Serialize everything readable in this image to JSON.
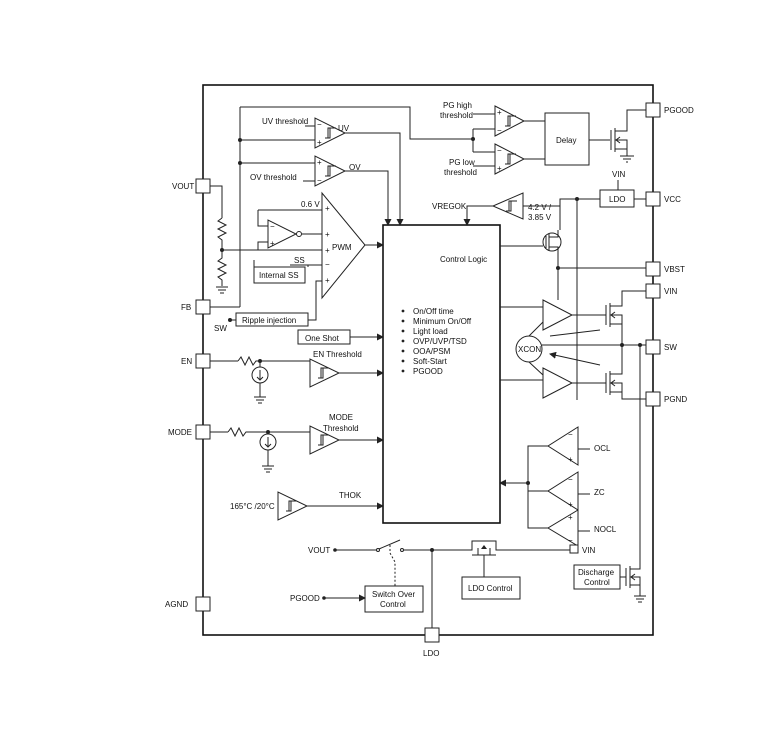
{
  "pins": {
    "pgood": "PGOOD",
    "vcc": "VCC",
    "vbst": "VBST",
    "vin": "VIN",
    "sw": "SW",
    "pgnd": "PGND",
    "vout": "VOUT",
    "fb": "FB",
    "en": "EN",
    "mode": "MODE",
    "agnd": "AGND",
    "ldo": "LDO"
  },
  "blocks": {
    "control_logic": "Control Logic",
    "delay": "Delay",
    "ldo": "LDO",
    "internal_ss": "Internal SS",
    "ripple_injection": "Ripple injection",
    "one_shot": "One Shot",
    "xcon": "XCON",
    "switch_over_line1": "Switch Over",
    "switch_over_line2": "Control",
    "ldo_control": "LDO Control",
    "discharge_line1": "Discharge",
    "discharge_line2": "Control"
  },
  "labels": {
    "uv_threshold": "UV threshold",
    "uv": "UV",
    "ov_threshold": "OV threshold",
    "ov": "OV",
    "pg_high_1": "PG high",
    "pg_high_2": "threshold",
    "pg_low_1": "PG low",
    "pg_low_2": "threshold",
    "vin_top": "VIN",
    "vregok": "VREGOK",
    "vreg_thr_1": "4.2 V /",
    "vreg_thr_2": "3.85 V",
    "ref_06v": "0.6 V",
    "pwm": "PWM",
    "ss": "SS",
    "sw_in": "SW",
    "en_threshold": "EN Threshold",
    "mode_threshold_1": "MODE",
    "mode_threshold_2": "Threshold",
    "temp": "165°C /20°C",
    "thok": "THOK",
    "ocl": "OCL",
    "zc": "ZC",
    "nocl": "NOCL",
    "vout_in": "VOUT",
    "vin_out": "VIN",
    "pgood_in": "PGOOD",
    "plus": "+",
    "minus": "−"
  },
  "control_list": [
    "On/Off time",
    "Minimum On/Off",
    "Light load",
    "OVP/UVP/TSD",
    "OOA/PSM",
    "Soft-Start",
    "PGOOD"
  ]
}
